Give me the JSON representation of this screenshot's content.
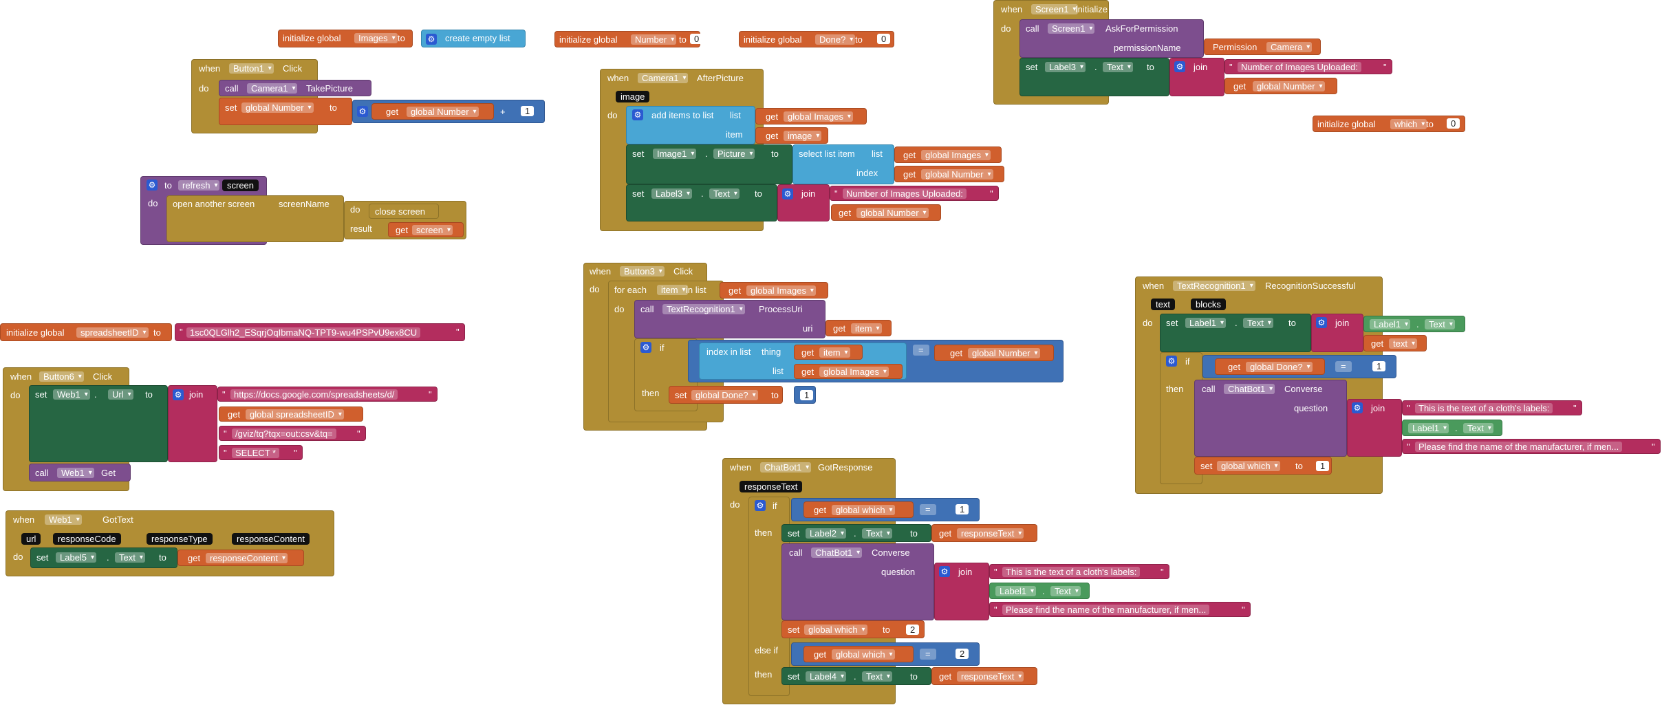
{
  "kw": {
    "when": "when",
    "do": "do",
    "call": "call",
    "set": "set",
    "to": "to",
    "get": "get",
    "init_global": "initialize global",
    "join": "join",
    "if": "if",
    "then": "then",
    "else_if": "else if",
    "for_each": "for each",
    "in_list": "in list",
    "dot": ".",
    "plus": "+",
    "eq": "=",
    "quote": "\"",
    "result": "result",
    "list": "list",
    "item": "item",
    "index": "index",
    "thing": "thing",
    "uri": "uri",
    "question": "question",
    "permission_name": "permissionName",
    "screen_name": "screenName",
    "image_param": "image"
  },
  "icons": {
    "gear": "gear-icon",
    "dropdown": "chevron-down-icon"
  },
  "colors": {
    "event": "#b18e35",
    "variable": "#d05f2d",
    "list": "#49a6d4",
    "math": "#3f71b5",
    "text": "#b32d5e",
    "component": "#266643",
    "procedure": "#7d4e8e"
  },
  "b_images": {
    "name": "Images",
    "value": "create empty list"
  },
  "b_number": {
    "name": "Number",
    "value": "0"
  },
  "b_done": {
    "name": "Done?",
    "value": "0"
  },
  "b_which": {
    "name": "which",
    "value": "0"
  },
  "b_sheet": {
    "name": "spreadsheetID",
    "value": "1sc0QLGlh2_ESqrjOqIbmaNQ-TPT9-wu4PSPvU9ex8CU"
  },
  "b_btn1": {
    "component": "Button1",
    "event": "Click",
    "camera": "Camera1",
    "method": "TakePicture",
    "var": "global Number",
    "get_var": "global Number",
    "add": "1"
  },
  "b_refresh": {
    "to": "to",
    "name": "refresh",
    "param": "screen",
    "action": "open another screen",
    "close": "close screen",
    "get_var": "screen"
  },
  "b_btn6": {
    "component": "Button6",
    "event": "Click",
    "web": "Web1",
    "prop": "Url",
    "s1": "https://docs.google.com/spreadsheets/d/",
    "get_var": "global spreadsheetID",
    "s2": "/gviz/tq?tqx=out:csv&tq=",
    "s3": "SELECT *",
    "method": "Get"
  },
  "b_gottext": {
    "component": "Web1",
    "event": "GotText",
    "params": [
      "url",
      "responseCode",
      "responseType",
      "responseContent"
    ],
    "label": "Label5",
    "prop": "Text",
    "get_var": "responseContent"
  },
  "b_camera": {
    "component": "Camera1",
    "event": "AfterPicture",
    "add_items": "add items to list",
    "get_list": "global Images",
    "get_item": "image",
    "image_comp": "Image1",
    "image_prop": "Picture",
    "select": "select list item",
    "get_list2": "global Images",
    "get_index": "global Number",
    "label": "Label3",
    "label_prop": "Text",
    "join_s": "Number of Images Uploaded:",
    "get_num": "global Number"
  },
  "b_btn3": {
    "component": "Button3",
    "event": "Click",
    "var": "item",
    "get_list": "global Images",
    "tr": "TextRecognition1",
    "method": "ProcessUri",
    "get_item": "item",
    "index_in_list": "index in list",
    "get_thing": "item",
    "get_list2": "global Images",
    "get_num": "global Number",
    "set_var": "global Done?",
    "set_val": "1"
  },
  "b_screen": {
    "component": "Screen1",
    "event": "Initialize",
    "method": "AskForPermission",
    "perm_type": "Permission",
    "perm_val": "Camera",
    "label": "Label3",
    "prop": "Text",
    "join_s": "Number of Images Uploaded:",
    "get_num": "global Number"
  },
  "b_tr": {
    "component": "TextRecognition1",
    "event": "RecognitionSuccessful",
    "params": [
      "text",
      "blocks"
    ],
    "label": "Label1",
    "prop": "Text",
    "label2": "Label1",
    "prop2": "Text",
    "get_text": "text",
    "get_done": "global Done?",
    "num": "1",
    "chat": "ChatBot1",
    "method": "Converse",
    "s1": "This is the text of a cloth's labels:",
    "label3": "Label1",
    "prop3": "Text",
    "s2": "Please find the name of the manufacturer, if men...",
    "set_var": "global which",
    "set_val": "1"
  },
  "b_chat": {
    "component": "ChatBot1",
    "event": "GotResponse",
    "param": "responseText",
    "get_which": "global which",
    "num1": "1",
    "label2": "Label2",
    "prop": "Text",
    "get_resp": "responseText",
    "chat": "ChatBot1",
    "method": "Converse",
    "s1": "This is the text of a cloth's labels:",
    "label1": "Label1",
    "prop1": "Text",
    "s2": "Please find the name of the manufacturer, if men...",
    "set_var": "global which",
    "set_val": "2",
    "get_which2": "global which",
    "num2": "2",
    "label4": "Label4",
    "prop4": "Text",
    "get_resp2": "responseText"
  }
}
